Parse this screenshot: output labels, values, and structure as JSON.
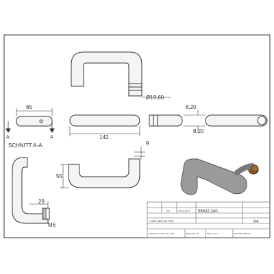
{
  "dimensions": {
    "diameter": "Ø19,60",
    "len_65": "65",
    "len_142": "142",
    "dim_9": "9",
    "dim_55": "55",
    "dim_29": "29",
    "thread": "M6",
    "width_8_20_top": "8,20",
    "width_8_20_bot": "8,20"
  },
  "section": {
    "label": "SCHNITT A-A",
    "marker_left": "A",
    "marker_right": "A"
  },
  "title_block": {
    "drawing_number": "56632-240",
    "sheet_size": "A4",
    "row1_col2": "2/2",
    "row1_col3": "12.10.2017",
    "row3": "1.4301 (AISI 304 V2A)",
    "row5_left": "Edelstahl 1.4301, V2A, Ø20",
    "row5_mid": "Massstab 1:5",
    "row5_right": "Blatt 1 von 1",
    "row5_far": "DIN ISO 2768-mK"
  },
  "colors": {
    "line": "#333333",
    "part_fill": "#f2f2f2",
    "render_body": "#9a9a9a",
    "render_tip": "#8a5a2b"
  }
}
